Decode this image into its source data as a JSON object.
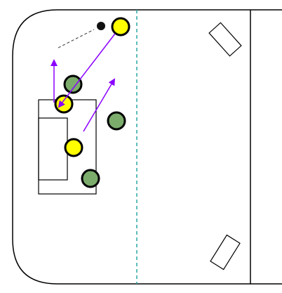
{
  "players": [
    {
      "id": "y1",
      "team": "yellow"
    },
    {
      "id": "y2",
      "team": "yellow"
    },
    {
      "id": "y3",
      "team": "yellow"
    },
    {
      "id": "g1",
      "team": "green"
    },
    {
      "id": "g2",
      "team": "green"
    },
    {
      "id": "g3",
      "team": "green"
    }
  ],
  "colors": {
    "yellow_player": "#ffff00",
    "green_player": "#7cac6c",
    "player_outline": "#000000",
    "movement_arrow": "#8b00ff",
    "center_line": "#2aa8a0",
    "pass_line": "#555555",
    "ball": "#111111"
  }
}
